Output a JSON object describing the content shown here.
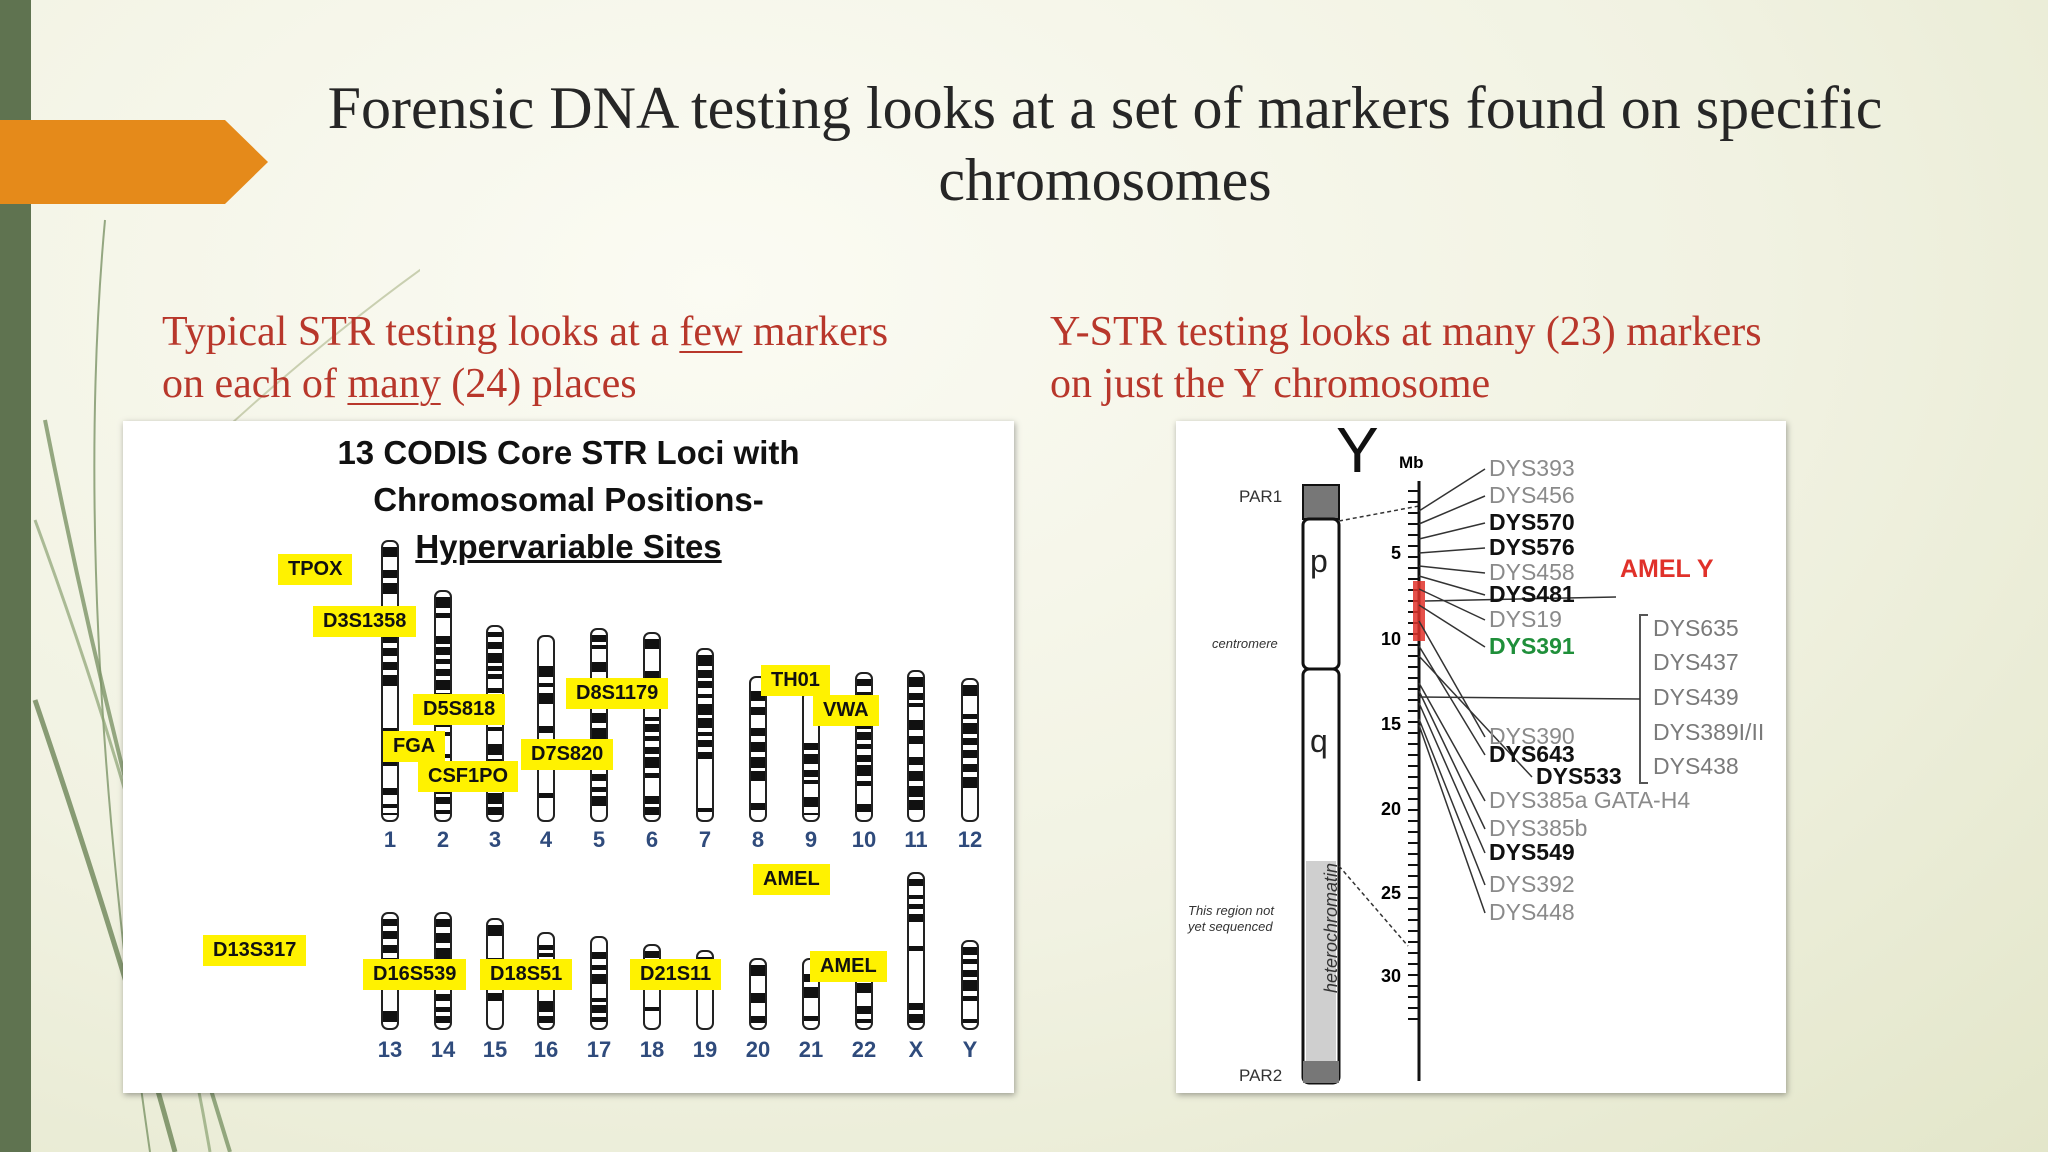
{
  "slide": {
    "title_line1": "Forensic DNA testing looks at a set of markers found on specific",
    "title_line2": "chromosomes",
    "left_sub": {
      "p1": "Typical STR testing looks at a ",
      "u1": "few",
      "p2": " markers",
      "p3": "on each of ",
      "u2": "many",
      "p4": " (24) places"
    },
    "right_sub": {
      "line1": "Y-STR testing looks at many (23) markers",
      "line2": "on just the Y chromosome"
    }
  },
  "codis": {
    "title_line1": "13 CODIS Core STR Loci with",
    "title_line2": "Chromosomal Positions-",
    "title_line3": "Hypervariable Sites",
    "row1_numbers": [
      "1",
      "2",
      "3",
      "4",
      "5",
      "6",
      "7",
      "8",
      "9",
      "10",
      "11",
      "12"
    ],
    "row2_numbers": [
      "13",
      "14",
      "15",
      "16",
      "17",
      "18",
      "19",
      "20",
      "21",
      "22",
      "X",
      "Y"
    ],
    "loci": {
      "tpox": "TPOX",
      "d3s1358": "D3S1358",
      "d5s818": "D5S818",
      "fga": "FGA",
      "csf1po": "CSF1PO",
      "d7s820": "D7S820",
      "d8s1179": "D8S1179",
      "th01": "TH01",
      "vwa": "VWA",
      "d13s317": "D13S317",
      "d16s539": "D16S539",
      "d18s51": "D18S51",
      "d21s11": "D21S11",
      "amel_x": "AMEL",
      "amel_y": "AMEL"
    }
  },
  "ychrom": {
    "letter": "Y",
    "mb_label": "Mb",
    "par1": "PAR1",
    "par2": "PAR2",
    "arm_p": "p",
    "arm_q": "q",
    "centromere": "centromere",
    "unsequenced_line1": "This region not",
    "unsequenced_line2": "yet sequenced",
    "heterochromatin": "heterochromatin",
    "scale": [
      "5",
      "10",
      "15",
      "20",
      "25",
      "30"
    ],
    "amel_y": "AMEL Y",
    "markers": [
      {
        "name": "DYS393",
        "style": "grey"
      },
      {
        "name": "DYS456",
        "style": "grey"
      },
      {
        "name": "DYS570",
        "style": "bold"
      },
      {
        "name": "DYS576",
        "style": "bold"
      },
      {
        "name": "DYS458",
        "style": "grey"
      },
      {
        "name": "DYS481",
        "style": "bold"
      },
      {
        "name": "DYS19",
        "style": "grey"
      },
      {
        "name": "DYS391",
        "style": "green"
      },
      {
        "name": "DYS390",
        "style": "grey"
      },
      {
        "name": "DYS643",
        "style": "bold"
      },
      {
        "name": "DYS533",
        "style": "bold"
      },
      {
        "name": "DYS385a GATA-H4",
        "style": "grey"
      },
      {
        "name": "DYS385b",
        "style": "grey"
      },
      {
        "name": "DYS549",
        "style": "bold"
      },
      {
        "name": "DYS392",
        "style": "grey"
      },
      {
        "name": "DYS448",
        "style": "grey"
      }
    ],
    "bracket_markers": [
      "DYS635",
      "DYS437",
      "DYS439",
      "DYS389I/II",
      "DYS438"
    ]
  },
  "colors": {
    "accent_bar": "#5f7350",
    "arrow": "#e58a1a",
    "subtitle": "#b8372b",
    "locus_highlight": "#fff200",
    "amel_red": "#e0312a",
    "number_blue": "#2f4b7c",
    "dys391_green": "#1f8f3a"
  }
}
